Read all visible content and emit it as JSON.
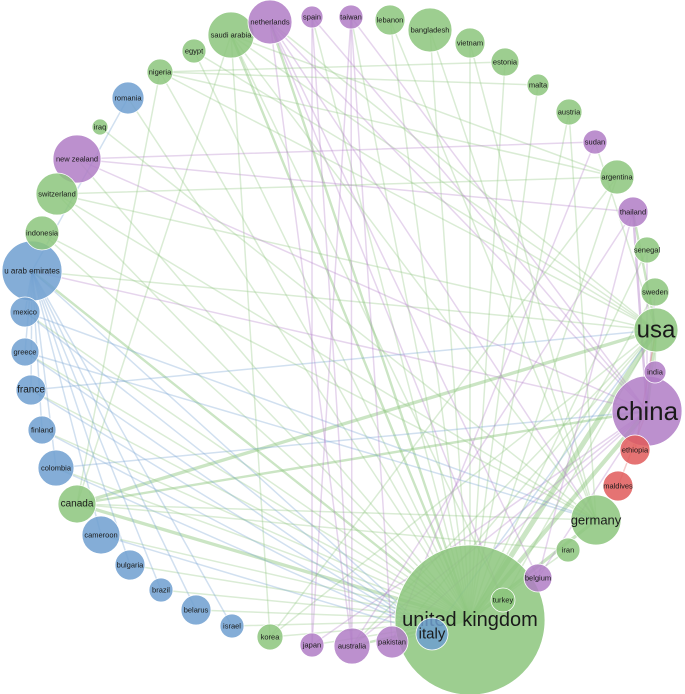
{
  "colors": {
    "green": "#8cc57c",
    "blue": "#6f9fd0",
    "purple": "#b07cc6",
    "red": "#e05a5a"
  },
  "nodes": [
    {
      "id": "netherlands",
      "label": "netherlands",
      "group": "purple",
      "weight": 4
    },
    {
      "id": "spain",
      "label": "spain",
      "group": "purple",
      "weight": 2
    },
    {
      "id": "taiwan",
      "label": "taiwan",
      "group": "purple",
      "weight": 2
    },
    {
      "id": "lebanon",
      "label": "lebanon",
      "group": "green",
      "weight": 2
    },
    {
      "id": "bangladesh",
      "label": "bangladesh",
      "group": "green",
      "weight": 3
    },
    {
      "id": "vietnam",
      "label": "vietnam",
      "group": "green",
      "weight": 2
    },
    {
      "id": "estonia",
      "label": "estonia",
      "group": "green",
      "weight": 2
    },
    {
      "id": "malta",
      "label": "malta",
      "group": "green",
      "weight": 2
    },
    {
      "id": "austria",
      "label": "austria",
      "group": "green",
      "weight": 2
    },
    {
      "id": "sudan",
      "label": "sudan",
      "group": "purple",
      "weight": 2
    },
    {
      "id": "argentina",
      "label": "argentina",
      "group": "green",
      "weight": 3
    },
    {
      "id": "thailand",
      "label": "thailand",
      "group": "purple",
      "weight": 2
    },
    {
      "id": "senegal",
      "label": "senegal",
      "group": "green",
      "weight": 2
    },
    {
      "id": "sweden",
      "label": "sweden",
      "group": "green",
      "weight": 2
    },
    {
      "id": "usa",
      "label": "usa",
      "group": "green",
      "weight": 6
    },
    {
      "id": "india",
      "label": "india",
      "group": "purple",
      "weight": 2
    },
    {
      "id": "china",
      "label": "china",
      "group": "purple",
      "weight": 9
    },
    {
      "id": "ethiopia",
      "label": "ethiopia",
      "group": "red",
      "weight": 2
    },
    {
      "id": "maldives",
      "label": "maldives",
      "group": "red",
      "weight": 2
    },
    {
      "id": "germany",
      "label": "germany",
      "group": "green",
      "weight": 5
    },
    {
      "id": "iran",
      "label": "iran",
      "group": "green",
      "weight": 2
    },
    {
      "id": "belgium",
      "label": "belgium",
      "group": "purple",
      "weight": 2
    },
    {
      "id": "turkey",
      "label": "turkey",
      "group": "green",
      "weight": 2
    },
    {
      "id": "united_kingdom",
      "label": "united kingdom",
      "group": "green",
      "weight": 30
    },
    {
      "id": "italy",
      "label": "italy",
      "group": "blue",
      "weight": 2
    },
    {
      "id": "pakistan",
      "label": "pakistan",
      "group": "purple",
      "weight": 2
    },
    {
      "id": "australia",
      "label": "australia",
      "group": "purple",
      "weight": 3
    },
    {
      "id": "japan",
      "label": "japan",
      "group": "purple",
      "weight": 2
    },
    {
      "id": "korea",
      "label": "korea",
      "group": "green",
      "weight": 2
    },
    {
      "id": "israel",
      "label": "israel",
      "group": "blue",
      "weight": 2
    },
    {
      "id": "belarus",
      "label": "belarus",
      "group": "blue",
      "weight": 2
    },
    {
      "id": "brazil",
      "label": "brazil",
      "group": "blue",
      "weight": 2
    },
    {
      "id": "bulgaria",
      "label": "bulgaria",
      "group": "blue",
      "weight": 2
    },
    {
      "id": "cameroon",
      "label": "cameroon",
      "group": "blue",
      "weight": 3
    },
    {
      "id": "canada",
      "label": "canada",
      "group": "green",
      "weight": 3
    },
    {
      "id": "colombia",
      "label": "colombia",
      "group": "blue",
      "weight": 3
    },
    {
      "id": "finland",
      "label": "finland",
      "group": "blue",
      "weight": 2
    },
    {
      "id": "france",
      "label": "france",
      "group": "blue",
      "weight": 2
    },
    {
      "id": "greece",
      "label": "greece",
      "group": "blue",
      "weight": 2
    },
    {
      "id": "mexico",
      "label": "mexico",
      "group": "blue",
      "weight": 2
    },
    {
      "id": "u_arab_emirates",
      "label": "u arab emirates",
      "group": "blue",
      "weight": 6
    },
    {
      "id": "indonesia",
      "label": "indonesia",
      "group": "green",
      "weight": 2
    },
    {
      "id": "switzerland",
      "label": "switzerland",
      "group": "green",
      "weight": 3
    },
    {
      "id": "new_zealand",
      "label": "new zealand",
      "group": "purple",
      "weight": 4
    },
    {
      "id": "iraq",
      "label": "iraq",
      "group": "green",
      "weight": 1
    },
    {
      "id": "romania",
      "label": "romania",
      "group": "blue",
      "weight": 2
    },
    {
      "id": "nigeria",
      "label": "nigeria",
      "group": "green",
      "weight": 2
    },
    {
      "id": "egypt",
      "label": "egypt",
      "group": "green",
      "weight": 1
    },
    {
      "id": "saudi_arabia",
      "label": "saudi arabia",
      "group": "green",
      "weight": 4
    }
  ],
  "edges": [
    [
      "united_kingdom",
      "usa",
      5
    ],
    [
      "united_kingdom",
      "china",
      4
    ],
    [
      "united_kingdom",
      "canada",
      3
    ],
    [
      "united_kingdom",
      "germany",
      3
    ],
    [
      "united_kingdom",
      "u_arab_emirates",
      2
    ],
    [
      "united_kingdom",
      "australia",
      2
    ],
    [
      "united_kingdom",
      "netherlands",
      2
    ],
    [
      "united_kingdom",
      "saudi_arabia",
      2
    ],
    [
      "united_kingdom",
      "mexico",
      1
    ],
    [
      "united_kingdom",
      "greece",
      1
    ],
    [
      "united_kingdom",
      "france",
      1
    ],
    [
      "united_kingdom",
      "finland",
      1
    ],
    [
      "united_kingdom",
      "colombia",
      1
    ],
    [
      "united_kingdom",
      "cameroon",
      1
    ],
    [
      "united_kingdom",
      "bulgaria",
      1
    ],
    [
      "united_kingdom",
      "brazil",
      1
    ],
    [
      "united_kingdom",
      "belarus",
      1
    ],
    [
      "united_kingdom",
      "israel",
      1
    ],
    [
      "united_kingdom",
      "korea",
      1
    ],
    [
      "united_kingdom",
      "japan",
      1
    ],
    [
      "united_kingdom",
      "pakistan",
      1
    ],
    [
      "united_kingdom",
      "switzerland",
      1
    ],
    [
      "united_kingdom",
      "indonesia",
      1
    ],
    [
      "united_kingdom",
      "new_zealand",
      1
    ],
    [
      "united_kingdom",
      "nigeria",
      1
    ],
    [
      "united_kingdom",
      "egypt",
      1
    ],
    [
      "united_kingdom",
      "lebanon",
      1
    ],
    [
      "united_kingdom",
      "bangladesh",
      1
    ],
    [
      "united_kingdom",
      "vietnam",
      1
    ],
    [
      "united_kingdom",
      "estonia",
      1
    ],
    [
      "united_kingdom",
      "malta",
      1
    ],
    [
      "united_kingdom",
      "austria",
      1
    ],
    [
      "united_kingdom",
      "argentina",
      1
    ],
    [
      "united_kingdom",
      "senegal",
      1
    ],
    [
      "united_kingdom",
      "sweden",
      1
    ],
    [
      "united_kingdom",
      "iran",
      1
    ],
    [
      "united_kingdom",
      "romania",
      1
    ],
    [
      "united_kingdom",
      "taiwan",
      1
    ],
    [
      "united_kingdom",
      "spain",
      1
    ],
    [
      "canada",
      "usa",
      3
    ],
    [
      "canada",
      "china",
      2
    ],
    [
      "canada",
      "germany",
      1
    ],
    [
      "canada",
      "nigeria",
      1
    ],
    [
      "canada",
      "saudi_arabia",
      1
    ],
    [
      "usa",
      "china",
      3
    ],
    [
      "usa",
      "thailand",
      2
    ],
    [
      "usa",
      "sudan",
      1
    ],
    [
      "usa",
      "india",
      1
    ],
    [
      "usa",
      "saudi_arabia",
      1
    ],
    [
      "usa",
      "netherlands",
      1
    ],
    [
      "usa",
      "nigeria",
      1
    ],
    [
      "usa",
      "switzerland",
      1
    ],
    [
      "usa",
      "u_arab_emirates",
      1
    ],
    [
      "usa",
      "australia",
      1
    ],
    [
      "usa",
      "pakistan",
      1
    ],
    [
      "usa",
      "korea",
      1
    ],
    [
      "usa",
      "egypt",
      1
    ],
    [
      "china",
      "thailand",
      2
    ],
    [
      "china",
      "senegal",
      1
    ],
    [
      "china",
      "sweden",
      1
    ],
    [
      "china",
      "netherlands",
      1
    ],
    [
      "china",
      "taiwan",
      1
    ],
    [
      "china",
      "new_zealand",
      1
    ],
    [
      "china",
      "japan",
      1
    ],
    [
      "china",
      "australia",
      1
    ],
    [
      "china",
      "pakistan",
      1
    ],
    [
      "china",
      "belgium",
      1
    ],
    [
      "china",
      "spain",
      1
    ],
    [
      "china",
      "u_arab_emirates",
      1
    ],
    [
      "u_arab_emirates",
      "mexico",
      1
    ],
    [
      "u_arab_emirates",
      "greece",
      1
    ],
    [
      "u_arab_emirates",
      "france",
      1
    ],
    [
      "u_arab_emirates",
      "finland",
      1
    ],
    [
      "u_arab_emirates",
      "colombia",
      1
    ],
    [
      "u_arab_emirates",
      "cameroon",
      1
    ],
    [
      "u_arab_emirates",
      "bulgaria",
      1
    ],
    [
      "u_arab_emirates",
      "brazil",
      1
    ],
    [
      "u_arab_emirates",
      "belarus",
      1
    ],
    [
      "u_arab_emirates",
      "israel",
      1
    ],
    [
      "u_arab_emirates",
      "italy",
      1
    ],
    [
      "u_arab_emirates",
      "romania",
      1
    ],
    [
      "mexico",
      "italy",
      1
    ],
    [
      "greece",
      "italy",
      1
    ],
    [
      "france",
      "italy",
      1
    ],
    [
      "finland",
      "italy",
      1
    ],
    [
      "colombia",
      "italy",
      1
    ],
    [
      "cameroon",
      "italy",
      1
    ],
    [
      "mexico",
      "germany",
      1
    ],
    [
      "greece",
      "germany",
      1
    ],
    [
      "france",
      "usa",
      1
    ],
    [
      "colombia",
      "china",
      1
    ],
    [
      "spain",
      "australia",
      1
    ],
    [
      "spain",
      "japan",
      1
    ],
    [
      "taiwan",
      "australia",
      1
    ],
    [
      "taiwan",
      "pakistan",
      1
    ],
    [
      "netherlands",
      "australia",
      1
    ],
    [
      "netherlands",
      "belgium",
      1
    ],
    [
      "netherlands",
      "turkey",
      1
    ],
    [
      "netherlands",
      "germany",
      1
    ],
    [
      "saudi_arabia",
      "germany",
      1
    ],
    [
      "saudi_arabia",
      "turkey",
      1
    ],
    [
      "saudi_arabia",
      "korea",
      1
    ],
    [
      "saudi_arabia",
      "argentina",
      1
    ],
    [
      "nigeria",
      "argentina",
      1
    ],
    [
      "nigeria",
      "estonia",
      1
    ],
    [
      "nigeria",
      "malta",
      1
    ],
    [
      "new_zealand",
      "thailand",
      1
    ],
    [
      "new_zealand",
      "sudan",
      1
    ],
    [
      "switzerland",
      "germany",
      1
    ],
    [
      "switzerland",
      "argentina",
      1
    ],
    [
      "indonesia",
      "germany",
      1
    ],
    [
      "canada",
      "iran",
      1
    ],
    [
      "germany",
      "austria",
      1
    ],
    [
      "germany",
      "lebanon",
      1
    ],
    [
      "germany",
      "bangladesh",
      1
    ],
    [
      "germany",
      "vietnam",
      1
    ],
    [
      "ethiopia",
      "usa",
      1
    ],
    [
      "maldives",
      "china",
      1
    ],
    [
      "belgium",
      "thailand",
      1
    ],
    [
      "pakistan",
      "sudan",
      1
    ],
    [
      "australia",
      "thailand",
      1
    ],
    [
      "japan",
      "taiwan",
      1
    ],
    [
      "korea",
      "argentina",
      1
    ],
    [
      "iraq",
      "germany",
      1
    ],
    [
      "turkey",
      "usa",
      1
    ],
    [
      "italy",
      "usa",
      1
    ]
  ]
}
